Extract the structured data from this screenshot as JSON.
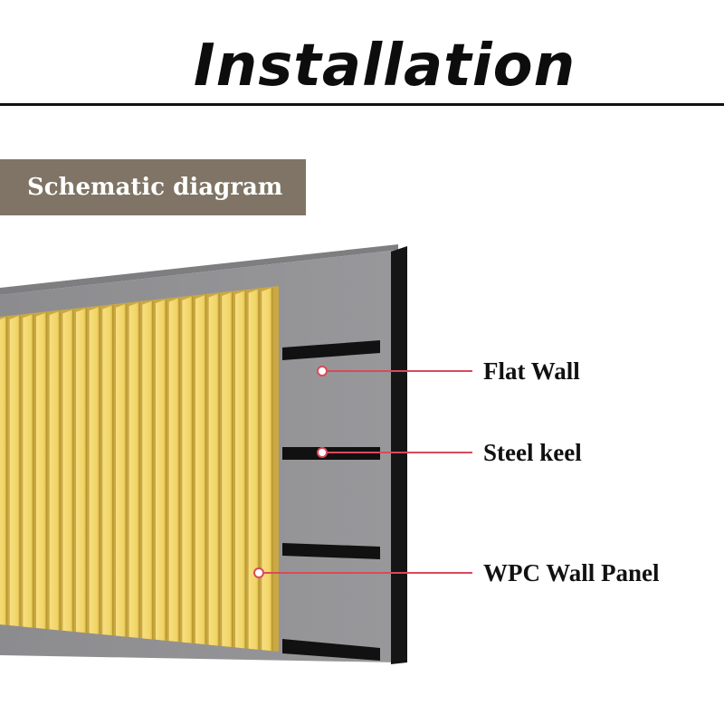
{
  "title": "Installation",
  "tag_label": "Schematic diagram",
  "labels": {
    "flat_wall": "Flat Wall",
    "steel_keel": "Steel keel",
    "wpc_panel": "WPC Wall Panel"
  },
  "colors": {
    "tag_bg": "#7f7465",
    "wall_face": "#8f8f92",
    "wall_top": "#8a8a8d",
    "keel": "#111111",
    "panel_light": "#f6dc78",
    "panel_dark": "#d9b94f",
    "pointer": "#d94a5a"
  }
}
